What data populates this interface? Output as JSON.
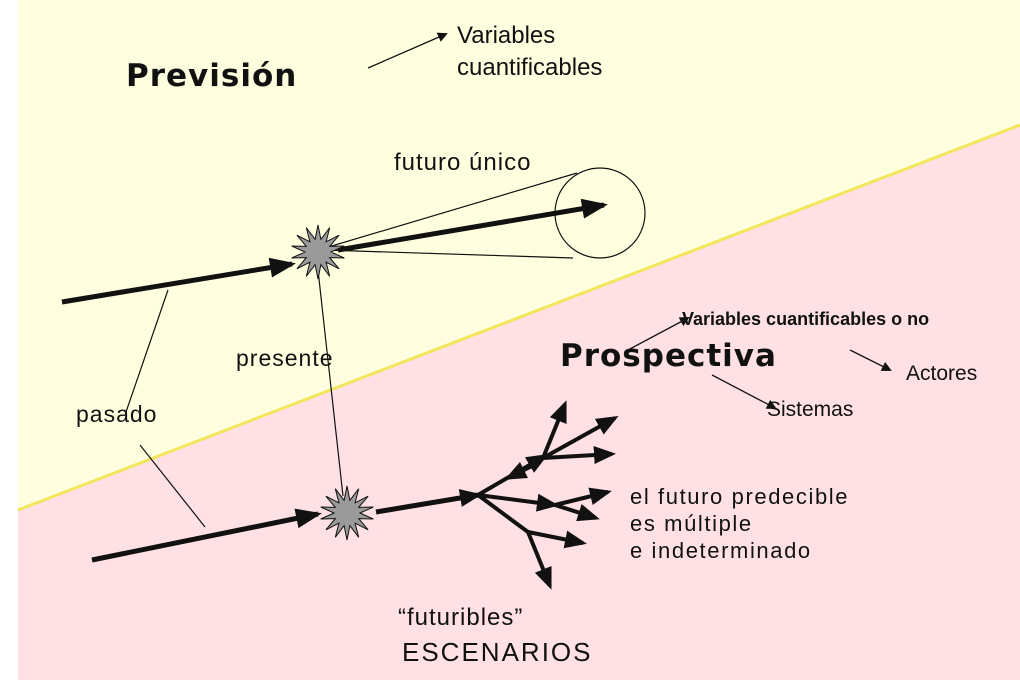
{
  "colors": {
    "top_region": "#ffffe0",
    "bottom_region": "#ffe0e4",
    "divider": "#f2e65a",
    "ink": "#111111",
    "burst_fill": "#9a9a9a"
  },
  "prevision": {
    "title": "Previsión",
    "var_line1": "Variables",
    "var_line2": "cuantificables",
    "futuro_unico": "futuro único"
  },
  "timeline": {
    "presente": "presente",
    "pasado": "pasado"
  },
  "prospectiva": {
    "title": "Prospectiva",
    "variables": "Variables cuantificables o no",
    "actores": "Actores",
    "sistemas": "Sistemas",
    "futuro_line1": "el futuro predecible",
    "futuro_line2": "es múltiple",
    "futuro_line3": "e indeterminado",
    "futuribles": "“futuribles”",
    "escenarios": "ESCENARIOS"
  }
}
